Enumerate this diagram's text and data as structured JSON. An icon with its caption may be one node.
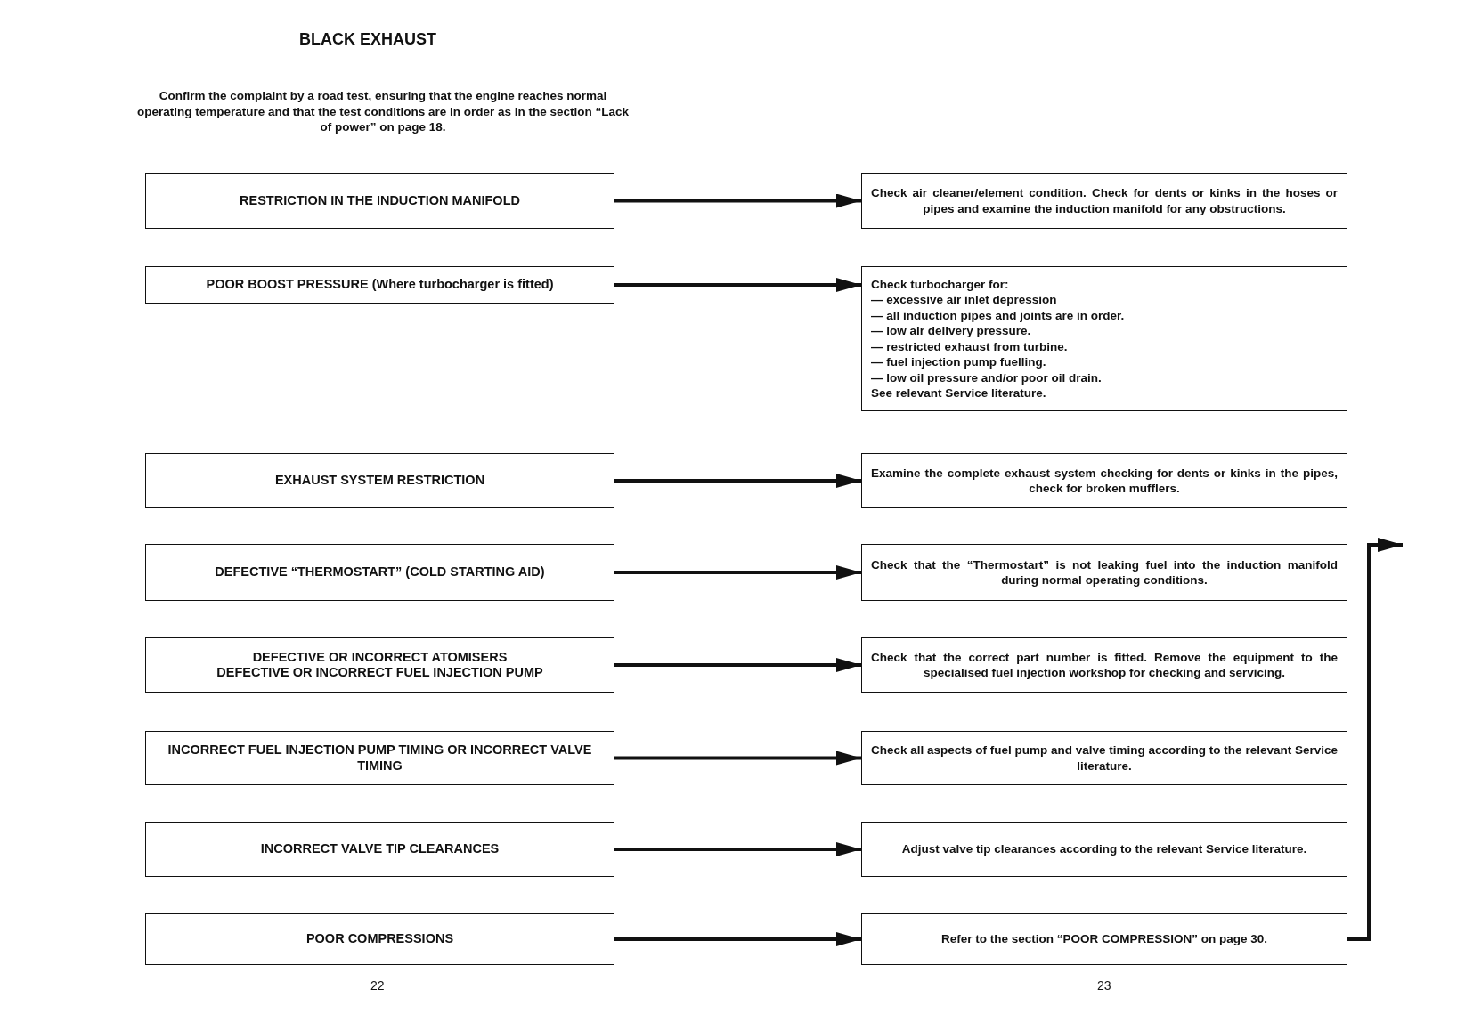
{
  "diagram": {
    "title": "BLACK EXHAUST",
    "nodes": [
      {
        "text": [
          "RESTRICTION IN THE INDUCTION MANIFOLD"
        ]
      },
      {
        "text": [
          "Check air cleaner/element condition. Check for dents or kinks in the hoses or pipes and examine the induction manifold for any obstructions."
        ]
      },
      {
        "text": [
          "POOR BOOST PRESSURE (Where turbocharger is fitted)"
        ]
      },
      {
        "text": [
          "Check turbocharger for:",
          "— excessive air inlet depression",
          "— all induction pipes and joints are in order.",
          "— low air delivery pressure.",
          "— restricted exhaust from turbine.",
          "— fuel injection pump fuelling.",
          "— low oil pressure and/or poor oil drain.",
          "See relevant Service literature."
        ]
      },
      {
        "text": [
          "EXHAUST SYSTEM RESTRICTION"
        ]
      },
      {
        "text": [
          "Examine the complete exhaust system checking for dents or kinks in the pipes, check for broken mufflers."
        ]
      },
      {
        "text": [
          "DEFECTIVE “THERMOSTART” (COLD STARTING AID)"
        ]
      },
      {
        "text": [
          "Check that the “Thermostart” is not leaking fuel into the induction manifold during normal operating conditions."
        ]
      },
      {
        "text": [
          "DEFECTIVE OR INCORRECT ATOMISERS",
          "DEFECTIVE OR INCORRECT FUEL INJECTION PUMP"
        ]
      },
      {
        "text": [
          "Check that the correct part number is fitted. Remove the equipment to the specialised fuel injection workshop for checking and servicing."
        ]
      },
      {
        "text": [
          "INCORRECT FUEL INJECTION PUMP TIMING OR INCORRECT VALVE TIMING"
        ]
      },
      {
        "text": [
          "Check all aspects of fuel pump and valve timing according to the relevant Service literature."
        ]
      },
      {
        "text": [
          "INCORRECT VALVE TIP CLEARANCES"
        ]
      },
      {
        "text": [
          "Adjust valve tip clearances according to the relevant Service literature."
        ]
      },
      {
        "text": [
          "POOR COMPRESSIONS"
        ]
      },
      {
        "text": [
          "Refer to the section “POOR COMPRESSION” on page 30."
        ]
      }
    ],
    "edges": [
      {
        "from": 0,
        "to": 1,
        "arrow": "to"
      },
      {
        "from": 2,
        "to": 3,
        "arrow": "to"
      },
      {
        "from": 4,
        "to": 5,
        "arrow": "to"
      },
      {
        "from": 6,
        "to": 7,
        "arrow": "to"
      },
      {
        "from": 8,
        "to": 9,
        "arrow": "to"
      },
      {
        "from": 10,
        "to": 11,
        "arrow": "to"
      },
      {
        "from": 12,
        "to": 13,
        "arrow": "to"
      },
      {
        "from": 14,
        "to": 15,
        "arrow": "to"
      },
      {
        "from": 15,
        "to": null,
        "arrow": "to"
      }
    ],
    "labels": [
      "Confirm the complaint by a road test, ensuring that the engine reaches normal operating temperature and that the test conditions are in order as in the section “Lack of power” on page 18.",
      "22",
      "23"
    ]
  }
}
